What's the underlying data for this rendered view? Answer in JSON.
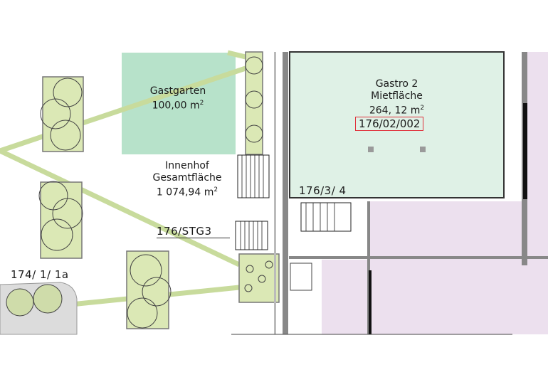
{
  "rooms": {
    "gastgarten": {
      "name": "Gastgarten",
      "area": "100,00 m",
      "unit_exp": "2"
    },
    "innenhof": {
      "name": "Innenhof",
      "subtitle": "Gesamtfläche",
      "area": "1 074,94 m",
      "unit_exp": "2"
    },
    "gastro2": {
      "name": "Gastro 2",
      "subtitle": "Mietfläche",
      "area": "264, 12 m",
      "unit_exp": "2",
      "id": "176/02/002"
    }
  },
  "tags": {
    "stair": "176/STG3",
    "unit_174": "174/ 1/ 1a",
    "unit_176_3_4": "176/3/ 4"
  },
  "colors": {
    "gastgarten": "#b7e2ca",
    "gastro": "#dff1e6",
    "rental_other": "#ece0ee",
    "path": "#c8db9c",
    "tree_bed": "#dbe8b5",
    "highlight": "#e0303a"
  }
}
